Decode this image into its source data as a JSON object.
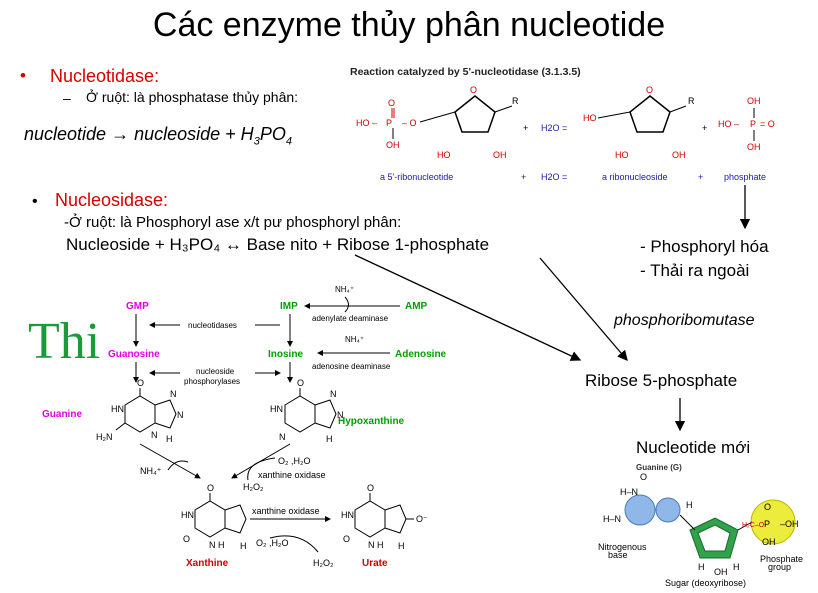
{
  "title": "Các enzyme thủy phân nucleotide",
  "section1": {
    "bullet": "•",
    "heading": "Nucleotidase:",
    "sub_dash": "–",
    "sub_text": "Ở ruột: là phosphatase thủy phân:",
    "eq_left": "nucleotide",
    "eq_arrow": "→",
    "eq_right": "nucleoside + H",
    "eq_sub1": "3",
    "eq_po": "PO",
    "eq_sub2": "4"
  },
  "reaction": {
    "caption": "Reaction catalyzed by 5'-nucleotidase (3.1.3.5)",
    "labels": [
      "a 5'-ribonucleotide",
      "+",
      "H2O =",
      "a ribonucleoside",
      "+",
      "phosphate"
    ],
    "plus": "+",
    "h2o": "H2O =",
    "plus2": "+"
  },
  "section2": {
    "bullet": "•",
    "heading": "Nucleosidase:",
    "line1": "-Ở ruột:  là Phosphoryl ase x/t pư phosphoryl phân:",
    "line2": "Nucleoside + H₃PO₄ ↔ Base nito + Ribose 1-phosphate"
  },
  "right_panel": {
    "fate1": "- Phosphoryl hóa",
    "fate2": "- Thải ra ngoài",
    "enzyme": "phosphoribomutase",
    "product": "Ribose 5-phosphate",
    "result": "Nucleotide mới"
  },
  "overlay_text": "Thi",
  "pathway": {
    "gmp": "GMP",
    "imp": "IMP",
    "amp": "AMP",
    "guanosine": "Guanosine",
    "inosine": "Inosine",
    "adenosine": "Adenosine",
    "guanine": "Guanine",
    "hypoxanthine": "Hypoxanthine",
    "xanthine": "Xanthine",
    "urate": "Urate",
    "nucleotidases": "nucleotidases",
    "nucleoside_phosphorylases_1": "nucleoside",
    "nucleoside_phosphorylases_2": "phosphorylases",
    "adenylate_deaminase": "adenylate deaminase",
    "adenosine_deaminase": "adenosine deaminase",
    "xanthine_oxidase_1": "xanthine oxidase",
    "xanthine_oxidase_2": "xanthine oxidase",
    "nh4": "NH₄⁺",
    "o2_h2o": "O₂ ,H₂O",
    "h2o2": "H₂O₂"
  },
  "guanine_structure": {
    "title": "Guanine (G)",
    "nitrogenous_base_1": "Nitrogenous",
    "nitrogenous_base_2": "base",
    "sugar": "Sugar (deoxyribose)",
    "phosphate_1": "Phosphate",
    "phosphate_2": "group"
  },
  "colors": {
    "red": "#d40000",
    "green": "#00a000",
    "magenta": "#e000e0",
    "red_label": "#cc0000",
    "thi_green": "#1a9a3a"
  }
}
